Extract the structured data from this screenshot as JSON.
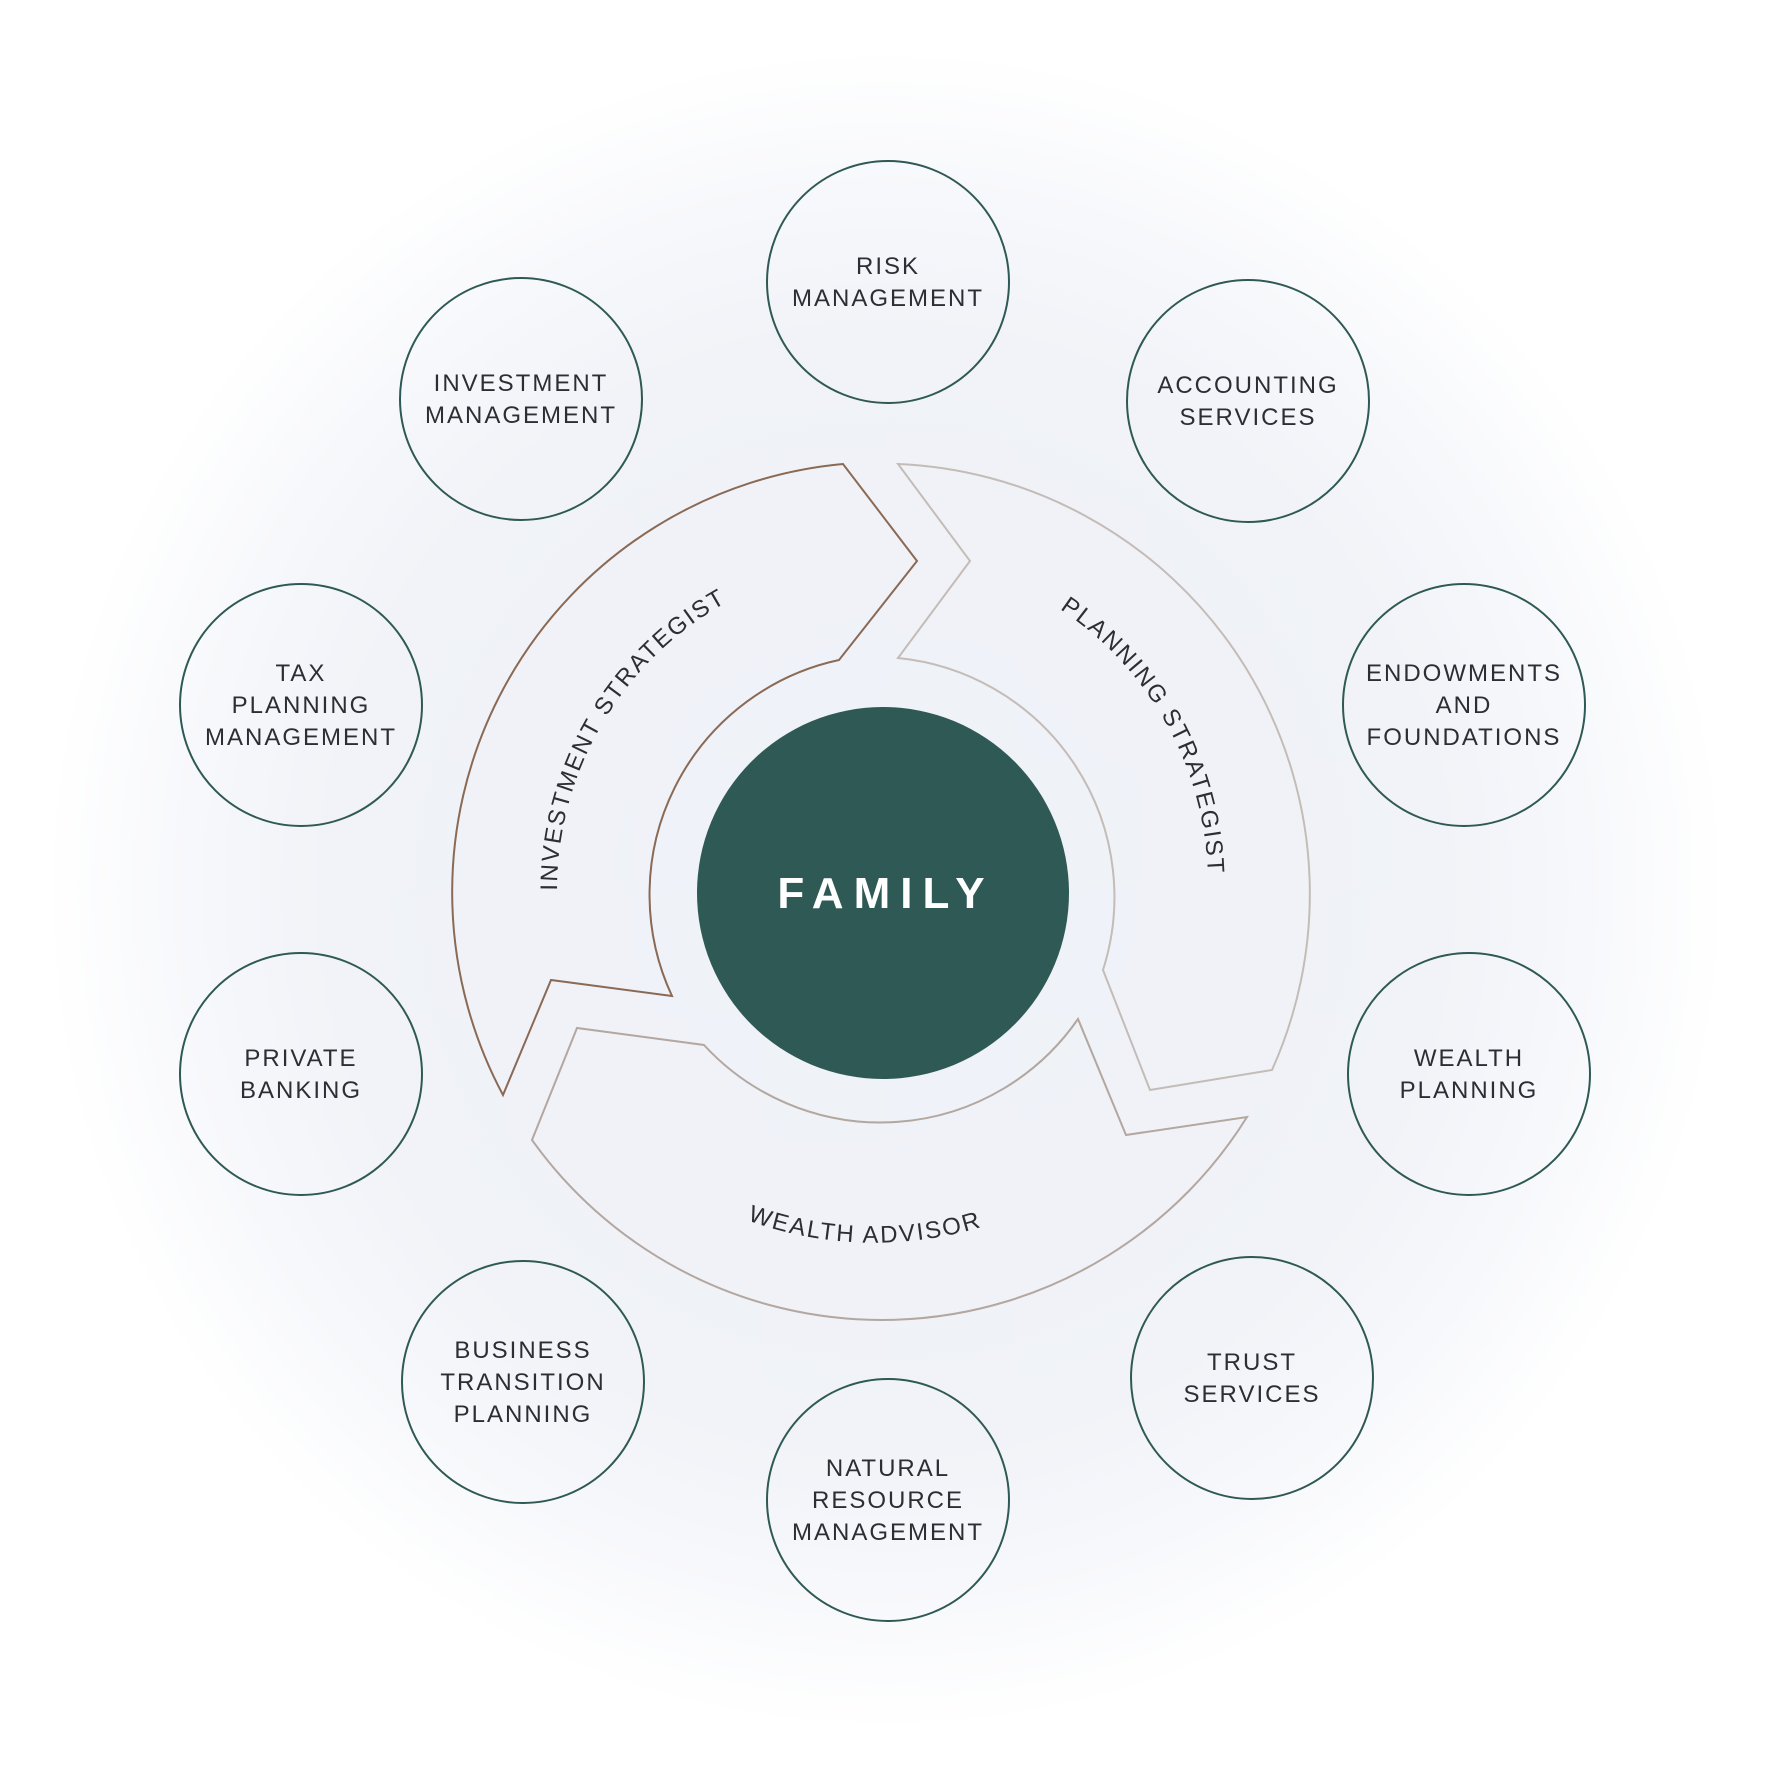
{
  "center": {
    "label": "FAMILY"
  },
  "strategists": [
    {
      "id": "investment",
      "label": "INVESTMENT STRATEGIST"
    },
    {
      "id": "planning",
      "label": "PLANNING STRATEGIST"
    },
    {
      "id": "wealth",
      "label": "WEALTH ADVISOR"
    }
  ],
  "services": [
    {
      "id": "risk",
      "lines": [
        "RISK",
        "MANAGEMENT"
      ]
    },
    {
      "id": "accounting",
      "lines": [
        "ACCOUNTING",
        "SERVICES"
      ]
    },
    {
      "id": "endowments",
      "lines": [
        "ENDOWMENTS",
        "AND",
        "FOUNDATIONS"
      ]
    },
    {
      "id": "wealth-planning",
      "lines": [
        "WEALTH",
        "PLANNING"
      ]
    },
    {
      "id": "trust",
      "lines": [
        "TRUST",
        "SERVICES"
      ]
    },
    {
      "id": "natural-resource",
      "lines": [
        "NATURAL",
        "RESOURCE",
        "MANAGEMENT"
      ]
    },
    {
      "id": "business-transition",
      "lines": [
        "BUSINESS",
        "TRANSITION",
        "PLANNING"
      ]
    },
    {
      "id": "private-banking",
      "lines": [
        "PRIVATE",
        "BANKING"
      ]
    },
    {
      "id": "tax-planning",
      "lines": [
        "TAX",
        "PLANNING",
        "MANAGEMENT"
      ]
    },
    {
      "id": "investment-management",
      "lines": [
        "INVESTMENT",
        "MANAGEMENT"
      ]
    }
  ],
  "colors": {
    "center_fill": "#2f5954",
    "circle_stroke": "#2f5954",
    "investment_arrow": "#8a6a55",
    "planning_arrow": "#c4bcb6",
    "wealth_arrow": "#b3a79f"
  }
}
